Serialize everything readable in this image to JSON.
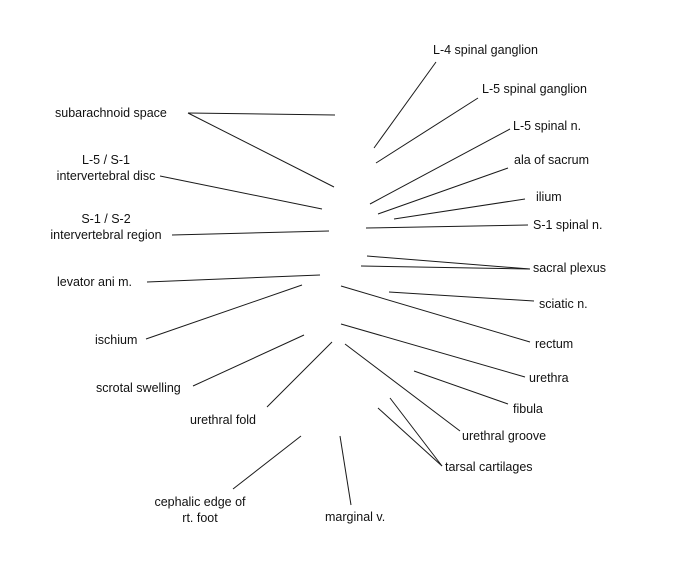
{
  "labels": {
    "l4_spinal_ganglion": "L-4 spinal ganglion",
    "l5_spinal_ganglion": "L-5 spinal ganglion",
    "l5_spinal_n": "L-5 spinal n.",
    "ala_of_sacrum": "ala of sacrum",
    "ilium": "ilium",
    "s1_spinal_n": "S-1 spinal n.",
    "sacral_plexus": "sacral plexus",
    "sciatic_n": "sciatic n.",
    "rectum": "rectum",
    "urethra": "urethra",
    "fibula": "fibula",
    "urethral_groove": "urethral groove",
    "tarsal_cartilages": "tarsal cartilages",
    "subarachnoid_space": "subarachnoid space",
    "l5_s1_disc_line1": "L-5 / S-1",
    "l5_s1_disc_line2": "intervertebral disc",
    "s1_s2_region_line1": "S-1 / S-2",
    "s1_s2_region_line2": "intervertebral region",
    "levator_ani_m": "levator ani m.",
    "ischium": "ischium",
    "scrotal_swelling": "scrotal swelling",
    "urethral_fold": "urethral fold",
    "cephalic_edge_line1": "cephalic edge of",
    "cephalic_edge_line2": "rt. foot",
    "marginal_v": "marginal v."
  },
  "colors": {
    "line": "#1a1a1a",
    "text": "#111111",
    "background": "#ffffff"
  }
}
